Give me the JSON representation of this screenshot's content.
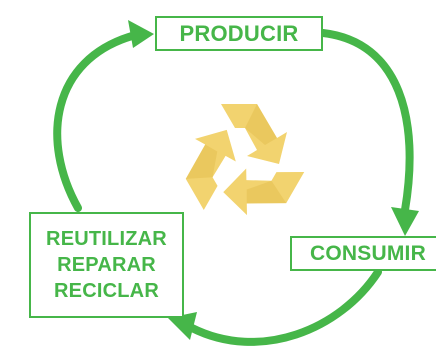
{
  "steps": {
    "top": "PRODUCIR",
    "right": "CONSUMIR",
    "left": [
      "REUTILIZAR",
      "REPARAR",
      "RECICLAR"
    ]
  },
  "colors": {
    "cycle": "#46b649",
    "recycle_symbol": "#f2d36f",
    "recycle_symbol_shadow": "#e3bf50",
    "background": "#ffffff"
  },
  "icons": {
    "center": "recycle-icon"
  }
}
